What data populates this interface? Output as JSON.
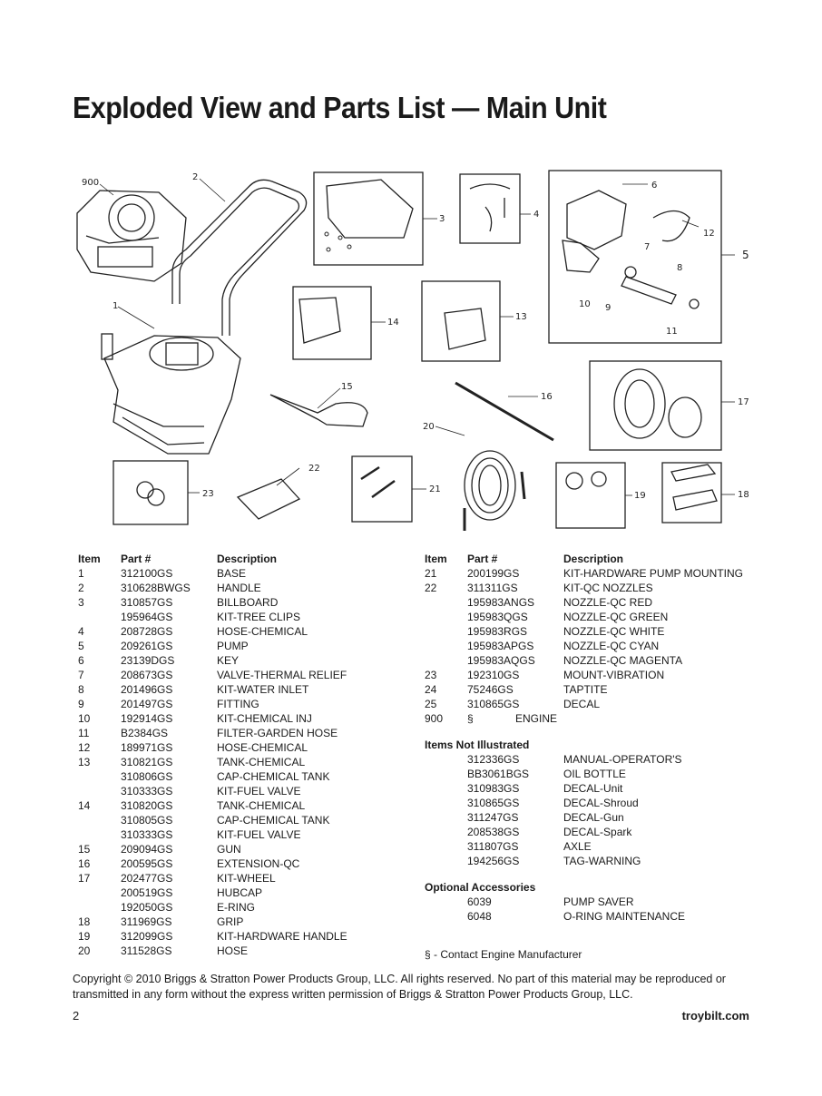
{
  "title": "Exploded View and Parts List — Main Unit",
  "callouts": [
    "900",
    "2",
    "3",
    "4",
    "6",
    "12",
    "5",
    "7",
    "8",
    "10",
    "9",
    "11",
    "1",
    "14",
    "13",
    "15",
    "16",
    "17",
    "20",
    "22",
    "23",
    "21",
    "19",
    "18"
  ],
  "headers": {
    "item": "Item",
    "part": "Part #",
    "desc": "Description"
  },
  "left_rows": [
    {
      "item": "1",
      "part": "312100GS",
      "desc": "BASE"
    },
    {
      "item": "2",
      "part": "310628BWGS",
      "desc": "HANDLE"
    },
    {
      "item": "3",
      "part": "310857GS",
      "desc": "BILLBOARD"
    },
    {
      "item": "",
      "part": "195964GS",
      "desc": "KIT-TREE CLIPS"
    },
    {
      "item": "4",
      "part": "208728GS",
      "desc": "HOSE-CHEMICAL"
    },
    {
      "item": "5",
      "part": "209261GS",
      "desc": "PUMP"
    },
    {
      "item": "6",
      "part": "23139DGS",
      "desc": "KEY"
    },
    {
      "item": "7",
      "part": "208673GS",
      "desc": "VALVE-THERMAL RELIEF"
    },
    {
      "item": "8",
      "part": "201496GS",
      "desc": "KIT-WATER INLET"
    },
    {
      "item": "9",
      "part": "201497GS",
      "desc": "FITTING"
    },
    {
      "item": "10",
      "part": "192914GS",
      "desc": "KIT-CHEMICAL INJ"
    },
    {
      "item": "11",
      "part": "B2384GS",
      "desc": "FILTER-GARDEN HOSE"
    },
    {
      "item": "12",
      "part": "189971GS",
      "desc": "HOSE-CHEMICAL"
    },
    {
      "item": "13",
      "part": "310821GS",
      "desc": "TANK-CHEMICAL"
    },
    {
      "item": "",
      "part": "310806GS",
      "desc": "CAP-CHEMICAL TANK"
    },
    {
      "item": "",
      "part": "310333GS",
      "desc": "KIT-FUEL VALVE"
    },
    {
      "item": "14",
      "part": "310820GS",
      "desc": "TANK-CHEMICAL"
    },
    {
      "item": "",
      "part": "310805GS",
      "desc": "CAP-CHEMICAL TANK"
    },
    {
      "item": "",
      "part": "310333GS",
      "desc": "KIT-FUEL VALVE"
    },
    {
      "item": "15",
      "part": "209094GS",
      "desc": "GUN"
    },
    {
      "item": "16",
      "part": "200595GS",
      "desc": "EXTENSION-QC"
    },
    {
      "item": "17",
      "part": "202477GS",
      "desc": "KIT-WHEEL"
    },
    {
      "item": "",
      "part": "200519GS",
      "desc": "HUBCAP"
    },
    {
      "item": "",
      "part": "192050GS",
      "desc": "E-RING"
    },
    {
      "item": "18",
      "part": "311969GS",
      "desc": "GRIP"
    },
    {
      "item": "19",
      "part": "312099GS",
      "desc": "KIT-HARDWARE HANDLE"
    },
    {
      "item": "20",
      "part": "311528GS",
      "desc": "HOSE"
    }
  ],
  "right_rows": [
    {
      "item": "21",
      "part": "200199GS",
      "desc": "KIT-HARDWARE PUMP MOUNTING"
    },
    {
      "item": "22",
      "part": "311311GS",
      "desc": "KIT-QC NOZZLES"
    },
    {
      "item": "",
      "part": "195983ANGS",
      "desc": "NOZZLE-QC RED"
    },
    {
      "item": "",
      "part": "195983QGS",
      "desc": "NOZZLE-QC GREEN"
    },
    {
      "item": "",
      "part": "195983RGS",
      "desc": "NOZZLE-QC WHITE"
    },
    {
      "item": "",
      "part": "195983APGS",
      "desc": "NOZZLE-QC CYAN"
    },
    {
      "item": "",
      "part": "195983AQGS",
      "desc": "NOZZLE-QC MAGENTA"
    },
    {
      "item": "23",
      "part": "192310GS",
      "desc": "MOUNT-VIBRATION"
    },
    {
      "item": "24",
      "part": "75246GS",
      "desc": "TAPTITE"
    },
    {
      "item": "25",
      "part": "310865GS",
      "desc": "DECAL"
    }
  ],
  "engine_row": {
    "item": "900",
    "part": "§",
    "desc": "ENGINE"
  },
  "not_illustrated_title": "Items Not Illustrated",
  "not_illustrated": [
    {
      "part": "312336GS",
      "desc": "MANUAL-OPERATOR'S"
    },
    {
      "part": "BB3061BGS",
      "desc": "OIL BOTTLE"
    },
    {
      "part": "310983GS",
      "desc": "DECAL-Unit"
    },
    {
      "part": "310865GS",
      "desc": "DECAL-Shroud"
    },
    {
      "part": "311247GS",
      "desc": "DECAL-Gun"
    },
    {
      "part": "208538GS",
      "desc": "DECAL-Spark"
    },
    {
      "part": "311807GS",
      "desc": "AXLE"
    },
    {
      "part": "194256GS",
      "desc": "TAG-WARNING"
    }
  ],
  "optional_title": "Optional Accessories",
  "optional": [
    {
      "part": "6039",
      "desc": "PUMP SAVER"
    },
    {
      "part": "6048",
      "desc": "O-RING MAINTENANCE"
    }
  ],
  "footnote": "§ - Contact Engine Manufacturer",
  "copyright": "Copyright © 2010 Briggs & Stratton Power Products Group, LLC.  All rights reserved.  No part of this material may be reproduced or transmitted in any form without the express written permission of Briggs & Stratton Power Products Group, LLC.",
  "page_number": "2",
  "website": "troybilt.com"
}
